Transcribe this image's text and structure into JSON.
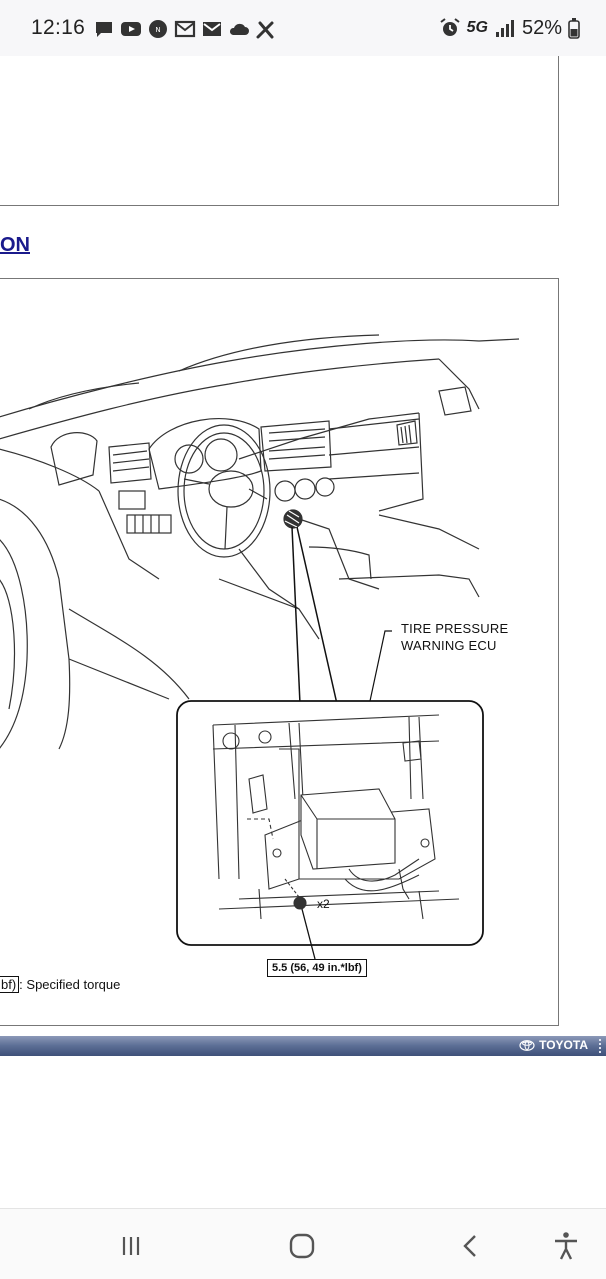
{
  "status_bar": {
    "time": "12:16",
    "network": "5G",
    "battery": "52%",
    "left_icons": [
      "chat-icon",
      "youtube-icon",
      "news-icon",
      "mail-outline-icon",
      "mail-icon",
      "cloud-icon",
      "tools-icon"
    ],
    "right_icons": [
      "alarm-icon",
      "signal-icon",
      "battery-icon"
    ]
  },
  "page": {
    "section_link": "ON",
    "diagram": {
      "callout": [
        "TIRE PRESSURE",
        "WARNING ECU"
      ],
      "torque_value": "5.5 (56, 49 in.*lbf)",
      "fastener_count": "x2",
      "legend_fragment": "bf)",
      "legend_text": ": Specified torque"
    },
    "footer_brand": "TOYOTA"
  },
  "nav_bar": {
    "buttons": [
      "recent-apps",
      "home",
      "back",
      "accessibility"
    ]
  },
  "colors": {
    "link": "#1a1a8c",
    "toyota_bar": "#4b5d86",
    "status_bg": "#f7f7f9"
  }
}
